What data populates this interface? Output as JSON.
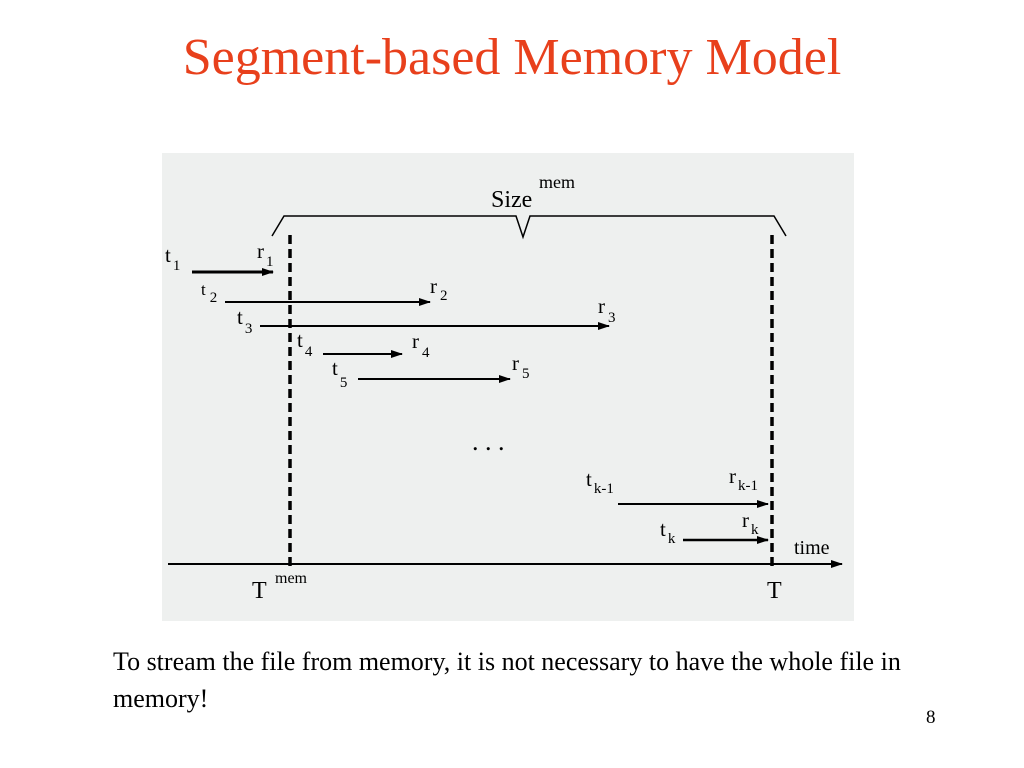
{
  "slide": {
    "title": "Segment-based Memory Model",
    "caption": "To stream the file from memory, it is not necessary to have the whole file in memory!",
    "page_number": "8",
    "title_color": "#e8401c"
  },
  "diagram": {
    "size_label": "Size",
    "size_sup": "mem",
    "ellipsis": ". . .",
    "time_label": "time",
    "tmem_label": "T",
    "tmem_sup": "mem",
    "t_end_label": "T",
    "requests": [
      {
        "t_main": "t",
        "t_sub": "1",
        "r_main": "r",
        "r_sub": "1"
      },
      {
        "t_main": "t",
        "t_sub": "2",
        "r_main": "r",
        "r_sub": "2"
      },
      {
        "t_main": "t",
        "t_sub": "3",
        "r_main": "r",
        "r_sub": "3"
      },
      {
        "t_main": "t",
        "t_sub": "4",
        "r_main": "r",
        "r_sub": "4"
      },
      {
        "t_main": "t",
        "t_sub": "5",
        "r_main": "r",
        "r_sub": "5"
      },
      {
        "t_main": "t",
        "t_sub": "k-1",
        "r_main": "r",
        "r_sub": "k-1"
      },
      {
        "t_main": "t",
        "t_sub": "k",
        "r_main": "r",
        "r_sub": "k"
      }
    ]
  }
}
